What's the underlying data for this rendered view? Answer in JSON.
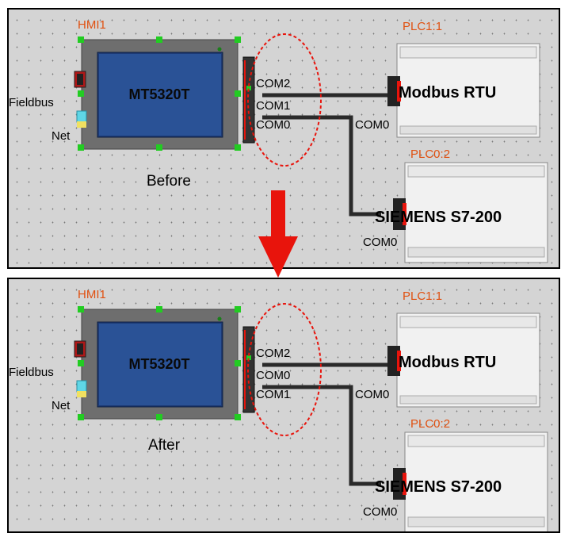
{
  "panels": [
    {
      "caption": "Before",
      "hmi": {
        "name": "HMI1",
        "model": "MT5320T",
        "fieldbus_label": "Fieldbus",
        "net_label": "Net"
      },
      "ports": [
        "COM2",
        "COM1",
        "COM0"
      ],
      "plc1": {
        "name": "PLC1:1",
        "device": "Modbus RTU",
        "port": "COM0"
      },
      "plc2": {
        "name": "PLC0:2",
        "device": "SIEMENS S7-200",
        "port": "COM0"
      }
    },
    {
      "caption": "After",
      "hmi": {
        "name": "HMI1",
        "model": "MT5320T",
        "fieldbus_label": "Fieldbus",
        "net_label": "Net"
      },
      "ports": [
        "COM2",
        "COM0",
        "COM1"
      ],
      "plc1": {
        "name": "PLC1:1",
        "device": "Modbus RTU",
        "port": "COM0"
      },
      "plc2": {
        "name": "PLC0:2",
        "device": "SIEMENS S7-200",
        "port": "COM0"
      }
    }
  ],
  "colors": {
    "arrow": "#e8140c",
    "highlight": "#e8140c",
    "name_text": "#e05010",
    "canvas": "#d4d4d4",
    "handle": "#22cc22"
  }
}
